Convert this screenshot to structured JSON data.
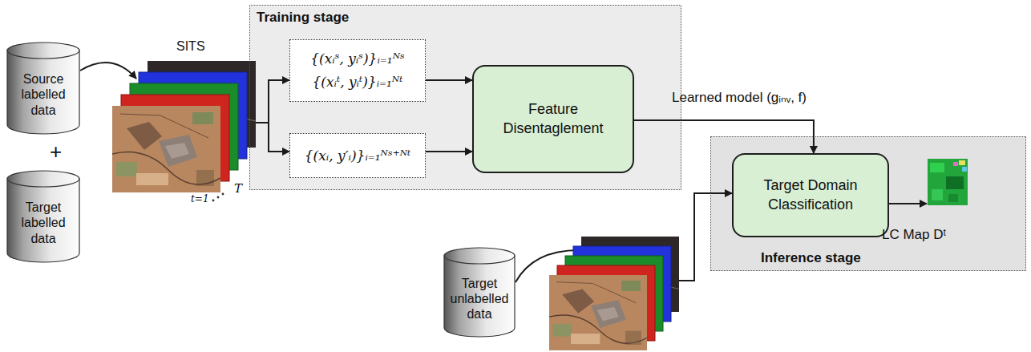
{
  "diagram": {
    "nodes": [
      {
        "text": [
          "Source labelled data"
        ]
      },
      {
        "text": [
          "Target labelled data"
        ]
      },
      {
        "text": [
          "SITS"
        ]
      },
      {
        "text": [
          "Training stage"
        ]
      },
      {
        "text": [
          "{(xᵢˢ, yᵢˢ)}ᵢ₌₁ᴺˢ",
          "{(xᵢᵗ, yᵢᵗ)}ᵢ₌₁ᴺᵗ"
        ],
        "in": 3
      },
      {
        "text": [
          "{(xᵢ, y′ᵢ)}ᵢ₌₁ᴺˢ⁺ᴺᵗ"
        ],
        "in": 3
      },
      {
        "text": [
          "Feature Disentaglement"
        ],
        "in": 3
      },
      {
        "text": [
          "Inference stage"
        ]
      },
      {
        "text": [
          "Target Domain Classification"
        ],
        "in": 7
      },
      {
        "text": [
          "LC Map Dᵗ"
        ],
        "in": 7
      },
      {
        "text": [
          "Target unlabelled data"
        ]
      }
    ],
    "edges": [
      {
        "from": 0,
        "to": 2,
        "arrow": "to"
      },
      {
        "from": 2,
        "to": 4,
        "arrow": "to"
      },
      {
        "from": 2,
        "to": 5,
        "arrow": "to"
      },
      {
        "from": 4,
        "to": 6,
        "arrow": "to"
      },
      {
        "from": 5,
        "to": 6,
        "arrow": "to"
      },
      {
        "from": 6,
        "to": 8,
        "label": "Learned model (gᵢₙᵥ, f)",
        "arrow": "to"
      },
      {
        "from": 8,
        "to": 9,
        "arrow": "to"
      },
      {
        "from": 10,
        "to": 8,
        "arrow": "to"
      }
    ],
    "labels": [
      "+",
      "t=1",
      "T"
    ]
  }
}
